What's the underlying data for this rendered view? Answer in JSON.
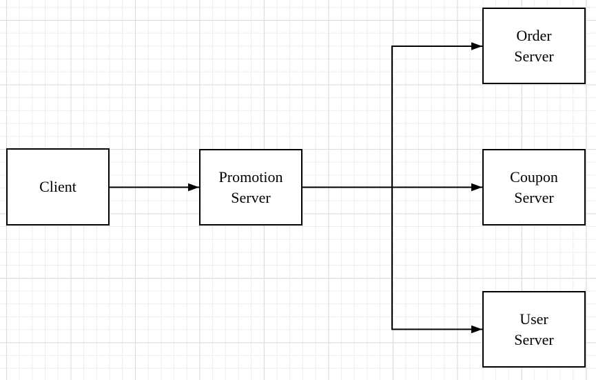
{
  "diagram": {
    "canvas": {
      "background_color": "#ffffff",
      "grid_minor_color": "#ededed",
      "grid_major_color": "#dcdcdc",
      "stroke_color": "#000000",
      "node_fill_color": "#ffffff",
      "text_color": "#000000"
    },
    "nodes": [
      {
        "id": "client",
        "label": "Client",
        "lines": [
          "Client"
        ]
      },
      {
        "id": "promotion-server",
        "label": "Promotion Server",
        "lines": [
          "Promotion",
          "Server"
        ]
      },
      {
        "id": "order-server",
        "label": "Order Server",
        "lines": [
          "Order",
          "Server"
        ]
      },
      {
        "id": "coupon-server",
        "label": "Coupon Server",
        "lines": [
          "Coupon",
          "Server"
        ]
      },
      {
        "id": "user-server",
        "label": "User Server",
        "lines": [
          "User",
          "Server"
        ]
      }
    ],
    "edges": [
      {
        "from": "client",
        "to": "promotion-server"
      },
      {
        "from": "promotion-server",
        "to": "order-server"
      },
      {
        "from": "promotion-server",
        "to": "coupon-server"
      },
      {
        "from": "promotion-server",
        "to": "user-server"
      }
    ]
  }
}
